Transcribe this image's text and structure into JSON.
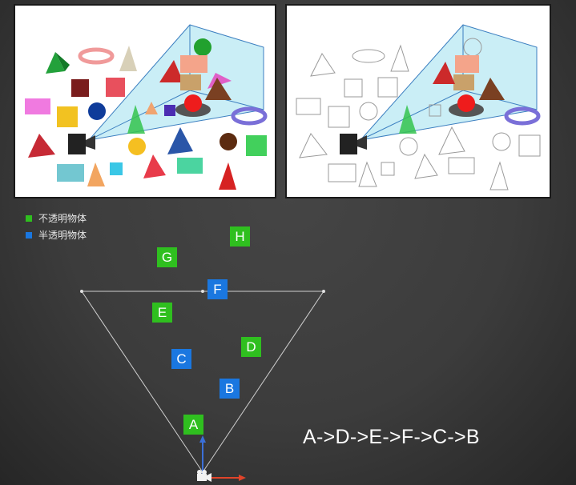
{
  "legend": [
    {
      "label": "不透明物体",
      "color": "#2fbf1f"
    },
    {
      "label": "半透明物体",
      "color": "#1a77e0"
    }
  ],
  "objects": [
    {
      "label": "H",
      "type": "opaque"
    },
    {
      "label": "G",
      "type": "opaque"
    },
    {
      "label": "F",
      "type": "translucent"
    },
    {
      "label": "E",
      "type": "opaque"
    },
    {
      "label": "D",
      "type": "opaque"
    },
    {
      "label": "C",
      "type": "translucent"
    },
    {
      "label": "B",
      "type": "translucent"
    },
    {
      "label": "A",
      "type": "opaque"
    }
  ],
  "render_order": "A->D->E->F->C->B",
  "colors": {
    "opaque": "#2fbf1f",
    "translucent": "#1a77e0",
    "frustum": "#cfcfcf",
    "axis_y": "#3b6fd8",
    "axis_x": "#e0442a"
  },
  "icons": {
    "camera": "camera-icon"
  }
}
